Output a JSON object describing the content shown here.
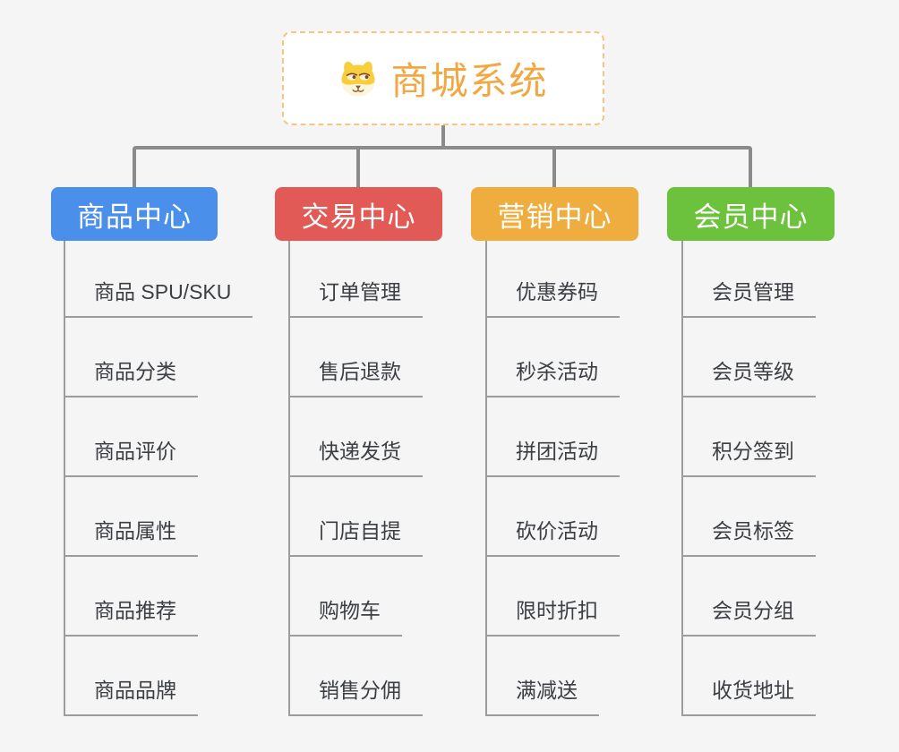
{
  "root": {
    "label": "商城系统",
    "icon": "dog-face-icon",
    "text_color": "#f1a844",
    "border_color": "#f6c57e",
    "background": "#ffffff"
  },
  "branches": [
    {
      "label": "商品中心",
      "color": "#4a8fea",
      "items": [
        "商品 SPU/SKU",
        "商品分类",
        "商品评价",
        "商品属性",
        "商品推荐",
        "商品品牌"
      ]
    },
    {
      "label": "交易中心",
      "color": "#e25a55",
      "items": [
        "订单管理",
        "售后退款",
        "快递发货",
        "门店自提",
        "购物车",
        "销售分佣"
      ]
    },
    {
      "label": "营销中心",
      "color": "#eead3e",
      "items": [
        "优惠券码",
        "秒杀活动",
        "拼团活动",
        "砍价活动",
        "限时折扣",
        "满减送"
      ]
    },
    {
      "label": "会员中心",
      "color": "#6cc13d",
      "items": [
        "会员管理",
        "会员等级",
        "积分签到",
        "会员标签",
        "会员分组",
        "收货地址"
      ]
    }
  ],
  "style": {
    "canvas_background": "#f5f5f6",
    "connector_color": "#8b8b8b",
    "leaf_line_color": "#9c9c9c",
    "leaf_text_color": "#3b3e42",
    "branch_text_color": "#ffffff"
  }
}
